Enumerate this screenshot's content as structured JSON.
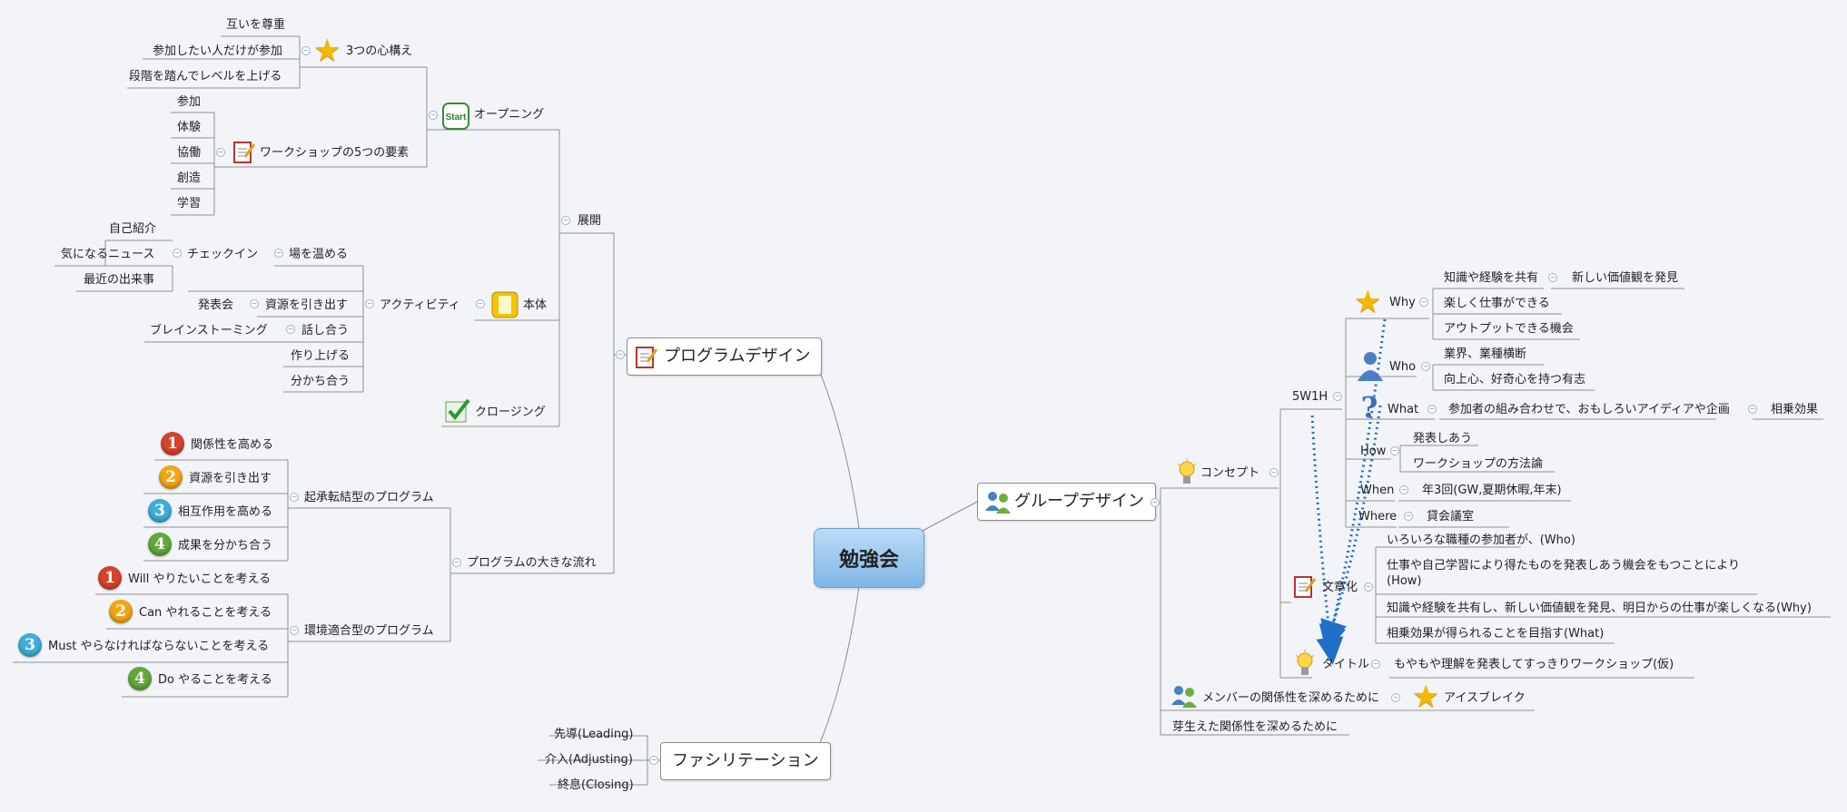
{
  "central": "勉強会",
  "main": {
    "program": "プログラムデザイン",
    "group": "グループデザイン",
    "facil": "ファシリテーション"
  },
  "program": {
    "tenkai": "展開",
    "opening": "オープニング",
    "start_badge": "Start",
    "kokorogamae": "3つの心構え",
    "kokoro_items": [
      "互いを尊重",
      "参加したい人だけが参加",
      "段階を踏んでレベルを上げる"
    ],
    "ws_elements": "ワークショップの5つの要素",
    "ws_items": [
      "参加",
      "体験",
      "協働",
      "創造",
      "学習"
    ],
    "hontai": "本体",
    "activity": "アクティビティ",
    "checkin": "チェックイン",
    "bawo": "場を温める",
    "checkin_items": [
      "自己紹介",
      "気になるニュース",
      "最近の出来事"
    ],
    "shigen": "資源を引き出す",
    "happyo": "発表会",
    "hanashiau": "話し合う",
    "brainstorm": "ブレインストーミング",
    "tsukuri": "作り上げる",
    "wakachi": "分かち合う",
    "closing": "クロージング",
    "flow": "プログラムの大きな流れ",
    "kisho": "起承転結型のプログラム",
    "kisho_items": [
      "関係性を高める",
      "資源を引き出す",
      "相互作用を高める",
      "成果を分かち合う"
    ],
    "kankyo": "環境適合型のプログラム",
    "kankyo_items": [
      "Will やりたいことを考える",
      "Can やれることを考える",
      "Must やらなければならないことを考える",
      "Do やることを考える"
    ],
    "numbers": [
      "1",
      "2",
      "3",
      "4"
    ]
  },
  "group": {
    "concept": "コンセプト",
    "w5h1": "5W1H",
    "why": "Why",
    "why_items": [
      "知識や経験を共有",
      "楽しく仕事ができる",
      "アウトプットできる機会"
    ],
    "why_sub": "新しい価値観を発見",
    "who": "Who",
    "who_items": [
      "業界、業種横断",
      "向上心、好奇心を持つ有志"
    ],
    "what": "What",
    "what_item": "参加者の組み合わせで、おもしろいアイディアや企画",
    "what_sub": "相乗効果",
    "how": "How",
    "how_items": [
      "発表しあう",
      "ワークショップの方法論"
    ],
    "when": "When",
    "when_item": "年3回(GW,夏期休暇,年末)",
    "where": "Where",
    "where_item": "貸会議室",
    "bunsho": "文章化",
    "bunsho_items": [
      "いろいろな職種の参加者が、(Who)",
      "仕事や自己学習により得たものを発表しあう機会をもつことにより(How)",
      "知識や経験を共有し、新しい価値観を発見、明日からの仕事が楽しくなる(Why)",
      "相乗効果が得られることを目指す(What)"
    ],
    "title_node": "タイトル",
    "title_item": "もやもや理解を発表してすっきりワークショップ(仮)",
    "member": "メンバーの関係性を深めるために",
    "icebreak": "アイスブレイク",
    "mebae": "芽生えた関係性を深めるために"
  },
  "facil": {
    "items": [
      "先導(Leading)",
      "介入(Adjusting)",
      "終息(Closing)"
    ]
  },
  "colors": {
    "line": "#8f8f8f",
    "arrow": "#1f6fc8",
    "central_top": "#bcdcf6",
    "central_bottom": "#7fb6e6"
  }
}
